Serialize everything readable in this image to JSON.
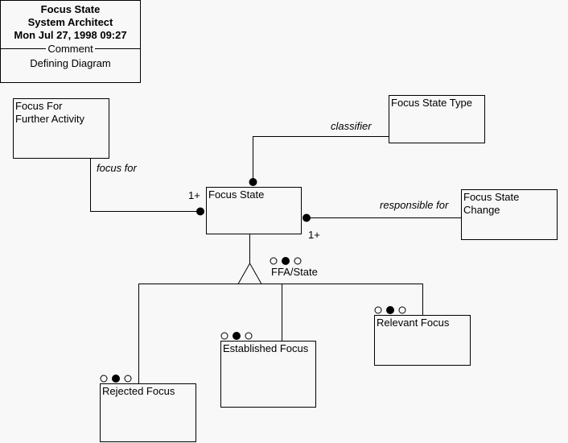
{
  "header": {
    "title": "Focus State",
    "author": "System Architect",
    "datetime": "Mon Jul 27, 1998  09:27",
    "comment_label": "Comment",
    "comment_text": "Defining Diagram"
  },
  "entities": {
    "ffa": "Focus For\nFurther Activity",
    "fst": "Focus State Type",
    "fs": "Focus State",
    "fsc": "Focus State\nChange",
    "rejected": "Rejected Focus",
    "established": "Established Focus",
    "relevant": "Relevant Focus"
  },
  "relationships": {
    "focus_for": {
      "label": "focus for",
      "cardinality": "1+"
    },
    "classifier": {
      "label": "classifier"
    },
    "responsible_for": {
      "label": "responsible for",
      "cardinality": "1+"
    }
  },
  "subtype": {
    "discriminator": "FFA/State"
  }
}
